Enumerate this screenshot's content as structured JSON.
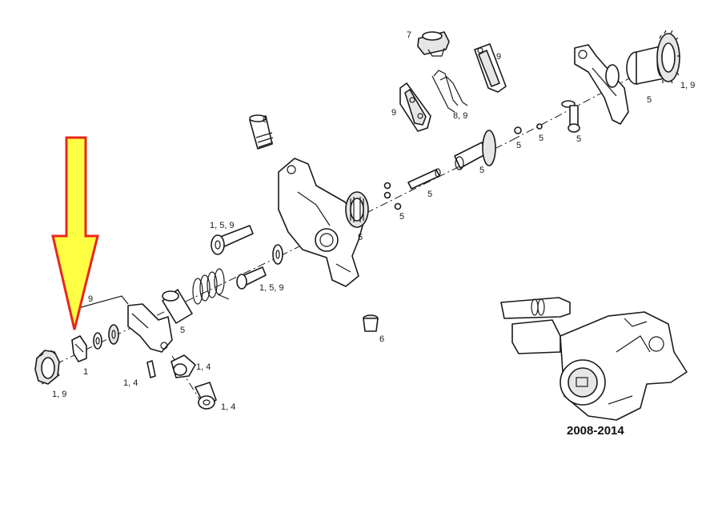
{
  "diagram": {
    "callouts": {
      "c7": "7",
      "c9_pad_right": "9",
      "c9_pad_left": "9",
      "c89_spring": "8, 9",
      "c19_ring_top": "1, 9",
      "c5_lever_top": "5",
      "c5_axle": "5",
      "c5_pin_right": "5",
      "c5_oring_a": "5",
      "c5_oring_b": "5",
      "c5_piston": "5",
      "c5_orings_mid": "5",
      "c5_caliper": "5",
      "c6_top": "6",
      "c159_bolt_top": "1, 5, 9",
      "c159_bolt_mid": "1, 5, 9",
      "c9_bracket": "9",
      "c5_lever": "5",
      "c1_clip": "1",
      "c19_knob": "1, 9",
      "c14_pin": "1, 4",
      "c14_bushing": "1, 4",
      "c14_bolt": "1, 4",
      "c6_bottom": "6"
    },
    "model_years": "2008-2014",
    "arrow_fill": "#ffff44",
    "arrow_stroke": "#e8271d"
  }
}
